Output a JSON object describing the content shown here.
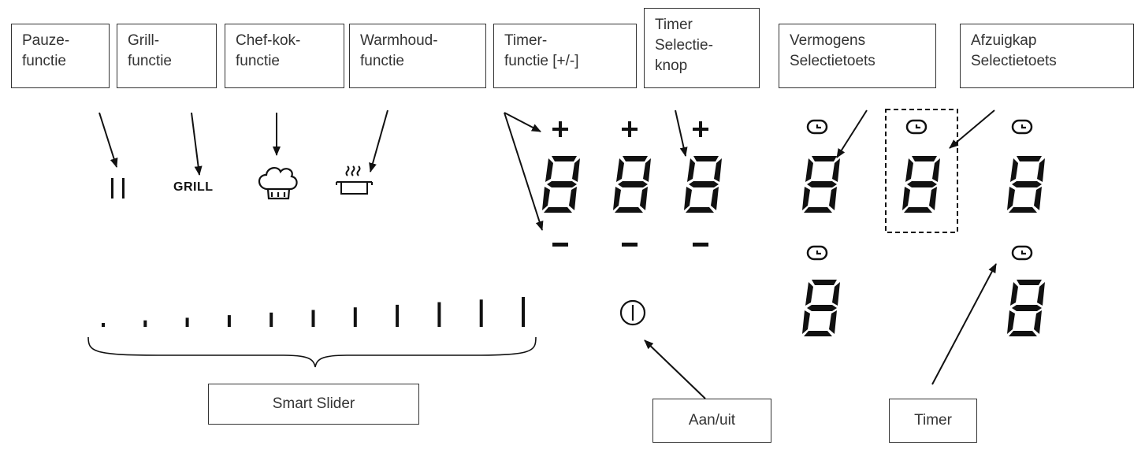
{
  "labels": {
    "pause": [
      "Pauze-",
      "functie"
    ],
    "grill": [
      "Grill-",
      "functie"
    ],
    "chef": [
      "Chef-kok-",
      "functie"
    ],
    "keepwarm": [
      "Warmhoud-",
      "functie"
    ],
    "timer_function": [
      "Timer-",
      "functie [+/-]"
    ],
    "timer_select": [
      "Timer",
      "Selectie-",
      "knop"
    ],
    "power_select": [
      "Vermogens",
      "Selectietoets"
    ],
    "hood_select": [
      "Afzuigkap",
      "Selectietoets"
    ],
    "smart_slider": "Smart Slider",
    "on_off": "Aan/uit",
    "timer": "Timer"
  },
  "panel": {
    "grill_icon_text": "GRILL",
    "slider_steps": 11
  },
  "icons": {
    "pause": "pause-icon",
    "chef": "chef-hat-icon",
    "keepwarm": "pot-steam-icon",
    "power": "power-icon",
    "clock": "clock-icon",
    "plus": "plus-icon",
    "minus": "minus-icon",
    "digit": "seven-segment-digit-icon"
  }
}
